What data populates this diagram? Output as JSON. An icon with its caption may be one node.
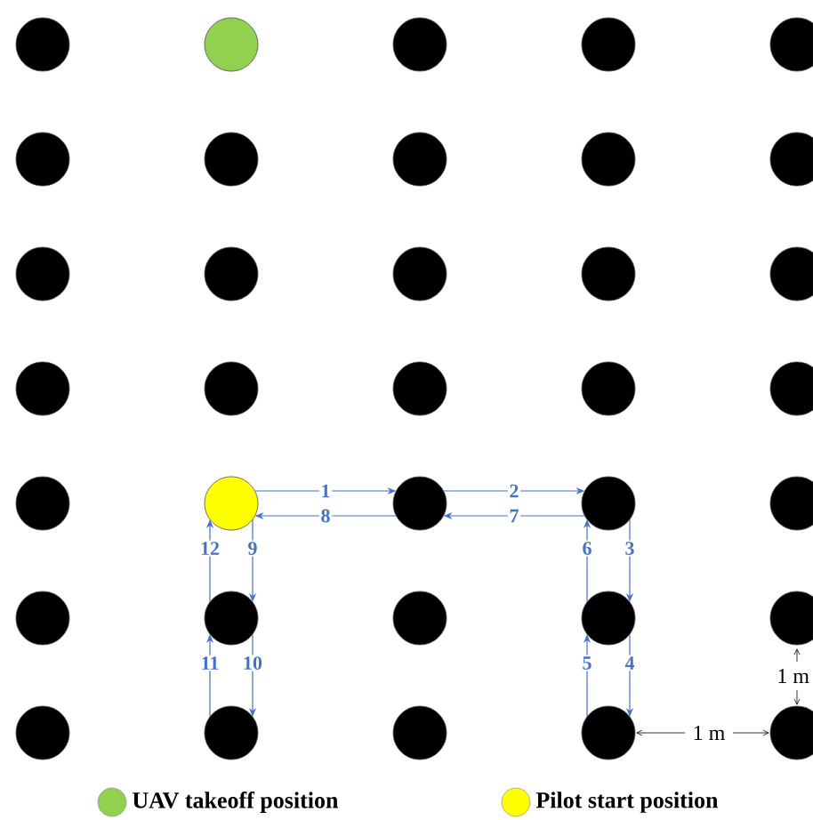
{
  "diagram": {
    "nodes": [
      {
        "text": [],
        "shape": "circle"
      },
      {
        "text": [],
        "shape": "circle"
      },
      {
        "text": [],
        "shape": "circle"
      },
      {
        "text": [],
        "shape": "circle"
      },
      {
        "text": [],
        "shape": "circle"
      },
      {
        "text": [],
        "shape": "circle"
      },
      {
        "text": [],
        "shape": "circle"
      },
      {
        "text": [],
        "shape": "circle"
      },
      {
        "text": [],
        "shape": "circle"
      },
      {
        "text": [],
        "shape": "circle"
      },
      {
        "text": [],
        "shape": "circle"
      },
      {
        "text": [],
        "shape": "circle"
      },
      {
        "text": [],
        "shape": "circle"
      },
      {
        "text": [],
        "shape": "circle"
      },
      {
        "text": [],
        "shape": "circle"
      },
      {
        "text": [],
        "shape": "circle"
      },
      {
        "text": [],
        "shape": "circle"
      },
      {
        "text": [],
        "shape": "circle"
      },
      {
        "text": [],
        "shape": "circle"
      },
      {
        "text": [],
        "shape": "circle"
      },
      {
        "text": [],
        "shape": "circle"
      },
      {
        "text": [],
        "shape": "circle"
      },
      {
        "text": [],
        "shape": "circle"
      },
      {
        "text": [],
        "shape": "circle"
      },
      {
        "text": [],
        "shape": "circle"
      },
      {
        "text": [],
        "shape": "circle"
      },
      {
        "text": [],
        "shape": "circle"
      },
      {
        "text": [],
        "shape": "circle"
      },
      {
        "text": [],
        "shape": "circle"
      },
      {
        "text": [],
        "shape": "circle"
      },
      {
        "text": [],
        "shape": "circle"
      },
      {
        "text": [],
        "shape": "circle"
      },
      {
        "text": [],
        "shape": "circle"
      },
      {
        "text": [],
        "shape": "circle"
      },
      {
        "text": [],
        "shape": "circle"
      }
    ],
    "edges": [
      {
        "from": 21,
        "to": 22,
        "arrow": "to",
        "label": "1"
      },
      {
        "from": 22,
        "to": 23,
        "arrow": "to",
        "label": "2"
      },
      {
        "from": 23,
        "to": 28,
        "arrow": "to",
        "label": "3"
      },
      {
        "from": 28,
        "to": 33,
        "arrow": "to",
        "label": "4"
      },
      {
        "from": 33,
        "to": 28,
        "arrow": "to",
        "label": "5"
      },
      {
        "from": 28,
        "to": 23,
        "arrow": "to",
        "label": "6"
      },
      {
        "from": 23,
        "to": 22,
        "arrow": "to",
        "label": "7"
      },
      {
        "from": 22,
        "to": 21,
        "arrow": "to",
        "label": "8"
      },
      {
        "from": 21,
        "to": 26,
        "arrow": "to",
        "label": "9"
      },
      {
        "from": 26,
        "to": 31,
        "arrow": "to",
        "label": "10"
      },
      {
        "from": 31,
        "to": 26,
        "arrow": "to",
        "label": "11"
      },
      {
        "from": 26,
        "to": 21,
        "arrow": "to",
        "label": "12"
      }
    ],
    "labels": [
      "1 m",
      "1 m"
    ],
    "legend": [
      {
        "text": "UAV takeoff position",
        "color": "#92d050"
      },
      {
        "text": "Pilot start position",
        "color": "#ffff00"
      }
    ]
  }
}
